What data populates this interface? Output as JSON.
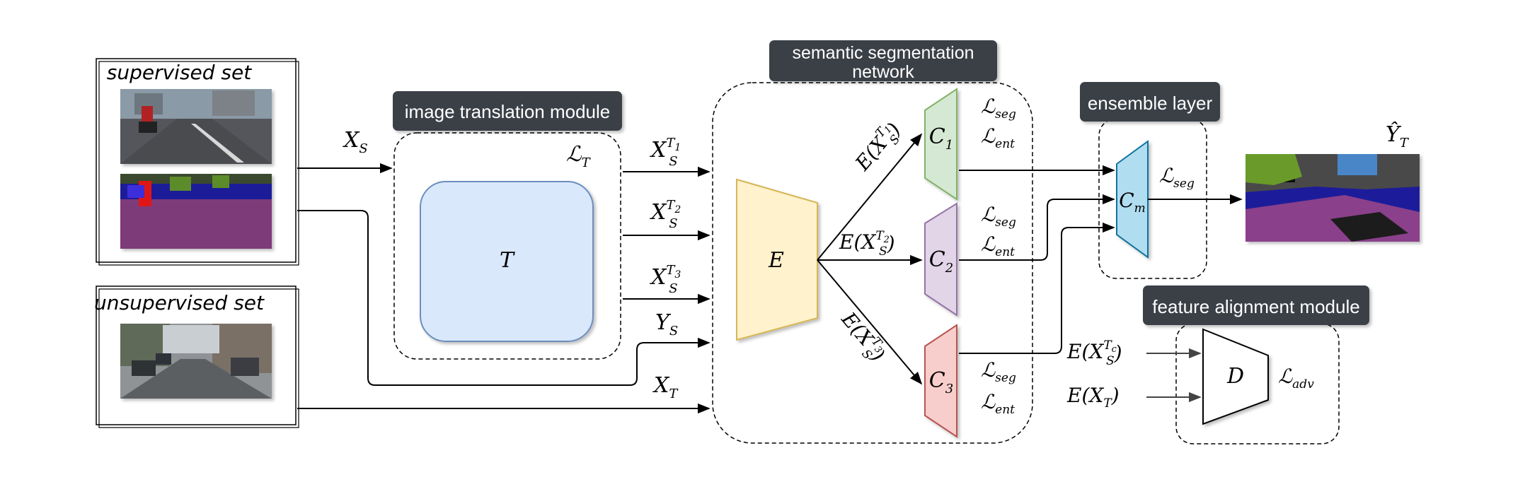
{
  "colors": {
    "header_fill": "#3a3f46",
    "header_text": "#ffffff",
    "translator_fill": "#dae8fc",
    "translator_stroke": "#6c8ebf",
    "encoder_fill": "#fff2cc",
    "encoder_stroke": "#d6b656",
    "c1_fill": "#d5e8d4",
    "c1_stroke": "#82b366",
    "c2_fill": "#e1d5e7",
    "c2_stroke": "#9673a6",
    "c3_fill": "#f8cecc",
    "c3_stroke": "#b85450",
    "cm_fill": "#b1ddf0",
    "cm_stroke": "#10739e",
    "disc_fill": "#ffffff",
    "line": "#000000"
  },
  "labels": {
    "supervised_set": "supervised set",
    "unsupervised_set": "unsupervised set",
    "image_translation_module": "image translation module",
    "segmentation_network_line1": "semantic segmentation",
    "segmentation_network_line2": "network",
    "ensemble_layer": "ensemble layer",
    "feature_alignment_module": "feature alignment module"
  },
  "blocks": {
    "translator": "T",
    "encoder": "E",
    "classifier_1": {
      "base": "C",
      "sub": "1"
    },
    "classifier_2": {
      "base": "C",
      "sub": "2"
    },
    "classifier_3": {
      "base": "C",
      "sub": "3"
    },
    "ensemble": {
      "base": "C",
      "sub": "m"
    },
    "discriminator": "D"
  },
  "math": {
    "xs": {
      "base": "X",
      "sub": "S"
    },
    "lt": {
      "base": "ℒ",
      "sub": "T"
    },
    "xst1": {
      "base": "X",
      "sub": "S",
      "sup": "T",
      "supsub": "1"
    },
    "xst2": {
      "base": "X",
      "sub": "S",
      "sup": "T",
      "supsub": "2"
    },
    "xst3": {
      "base": "X",
      "sub": "S",
      "sup": "T",
      "supsub": "3"
    },
    "ys": {
      "base": "Y",
      "sub": "S"
    },
    "xt": {
      "base": "X",
      "sub": "T"
    },
    "ext1": {
      "pre": "E(",
      "base": "X",
      "sub": "S",
      "sup": "T",
      "supsub": "1",
      "post": ")"
    },
    "ext2": {
      "pre": "E(",
      "base": "X",
      "sub": "S",
      "sup": "T",
      "supsub": "2",
      "post": ")"
    },
    "ext3": {
      "pre": "E(",
      "base": "X",
      "sub": "S",
      "sup": "T",
      "supsub": "3",
      "post": ")"
    },
    "lseg_c1": {
      "base": "ℒ",
      "sub": "seg"
    },
    "lent_c1": {
      "base": "ℒ",
      "sub": "ent"
    },
    "lseg_c2": {
      "base": "ℒ",
      "sub": "seg"
    },
    "lent_c2": {
      "base": "ℒ",
      "sub": "ent"
    },
    "lseg_c3": {
      "base": "ℒ",
      "sub": "seg"
    },
    "lent_c3": {
      "base": "ℒ",
      "sub": "ent"
    },
    "lseg_cm": {
      "base": "ℒ",
      "sub": "seg"
    },
    "yhat_t": {
      "base": "Ŷ",
      "sub": "T"
    },
    "exstc": {
      "pre": "E(",
      "base": "X",
      "sub": "S",
      "sup": "T",
      "supsub": "c",
      "post": ")"
    },
    "ext_t": {
      "pre": "E(",
      "base": "X",
      "sub": "T",
      "post": ")"
    },
    "ladv": {
      "base": "ℒ",
      "sub": "adv"
    }
  }
}
